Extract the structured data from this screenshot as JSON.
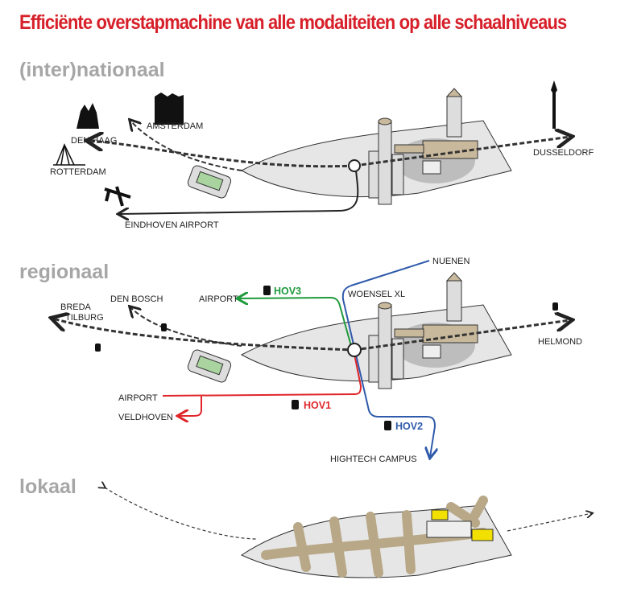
{
  "title": "Efficiënte overstapmachine van alle modaliteiten op alle schaalniveaus",
  "colors": {
    "title": "#d7202a",
    "hov1": "#e0262b",
    "hov2": "#2f5aab",
    "hov3": "#1f9a3c",
    "section": "#a6a6a6",
    "building": "#c9b99c"
  },
  "sections": {
    "international": {
      "heading": "(inter)nationaal",
      "labels": {
        "den_haag": "DEN HAAG",
        "amsterdam": "AMSTERDAM",
        "rotterdam": "ROTTERDAM",
        "dusseldorf": "DUSSELDORF",
        "airport": "EINDHOVEN AIRPORT"
      }
    },
    "regional": {
      "heading": "regionaal",
      "labels": {
        "breda_tilburg_1": "BREDA",
        "breda_tilburg_2": "TILBURG",
        "den_bosch": "DEN BOSCH",
        "airport_hov3": "AIRPORT",
        "woensel": "WOENSEL XL",
        "nuenen": "NUENEN",
        "helmond": "HELMOND",
        "airport_hov1": "AIRPORT",
        "veldhoven": "VELDHOVEN",
        "hightech": "HIGHTECH CAMPUS"
      },
      "lines": {
        "hov1": "HOV1",
        "hov2": "HOV2",
        "hov3": "HOV3"
      }
    },
    "local": {
      "heading": "lokaal"
    }
  }
}
